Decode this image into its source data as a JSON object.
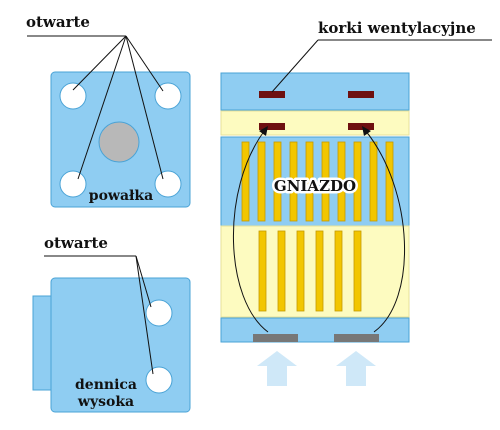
{
  "labels": {
    "otwarte_top": "otwarte",
    "otwarte_bottom": "otwarte",
    "powalka": "powałka",
    "korki": "korki wentylacyjne",
    "gniazdo": "GNIAZDO",
    "dennica_line1": "dennica",
    "dennica_line2": "wysoka"
  },
  "colors": {
    "hive_blue": "#8fcdf2",
    "hive_border": "#4aa3d6",
    "frame_yellow": "#fdfbc0",
    "comb_gold": "#f2c600",
    "comb_border": "#c49a00",
    "cork": "#6e1010",
    "floor_slot": "#777777",
    "airflow": "#cfe8f8",
    "pointer_line": "#111111",
    "center_disc": "#b8b8b8"
  }
}
